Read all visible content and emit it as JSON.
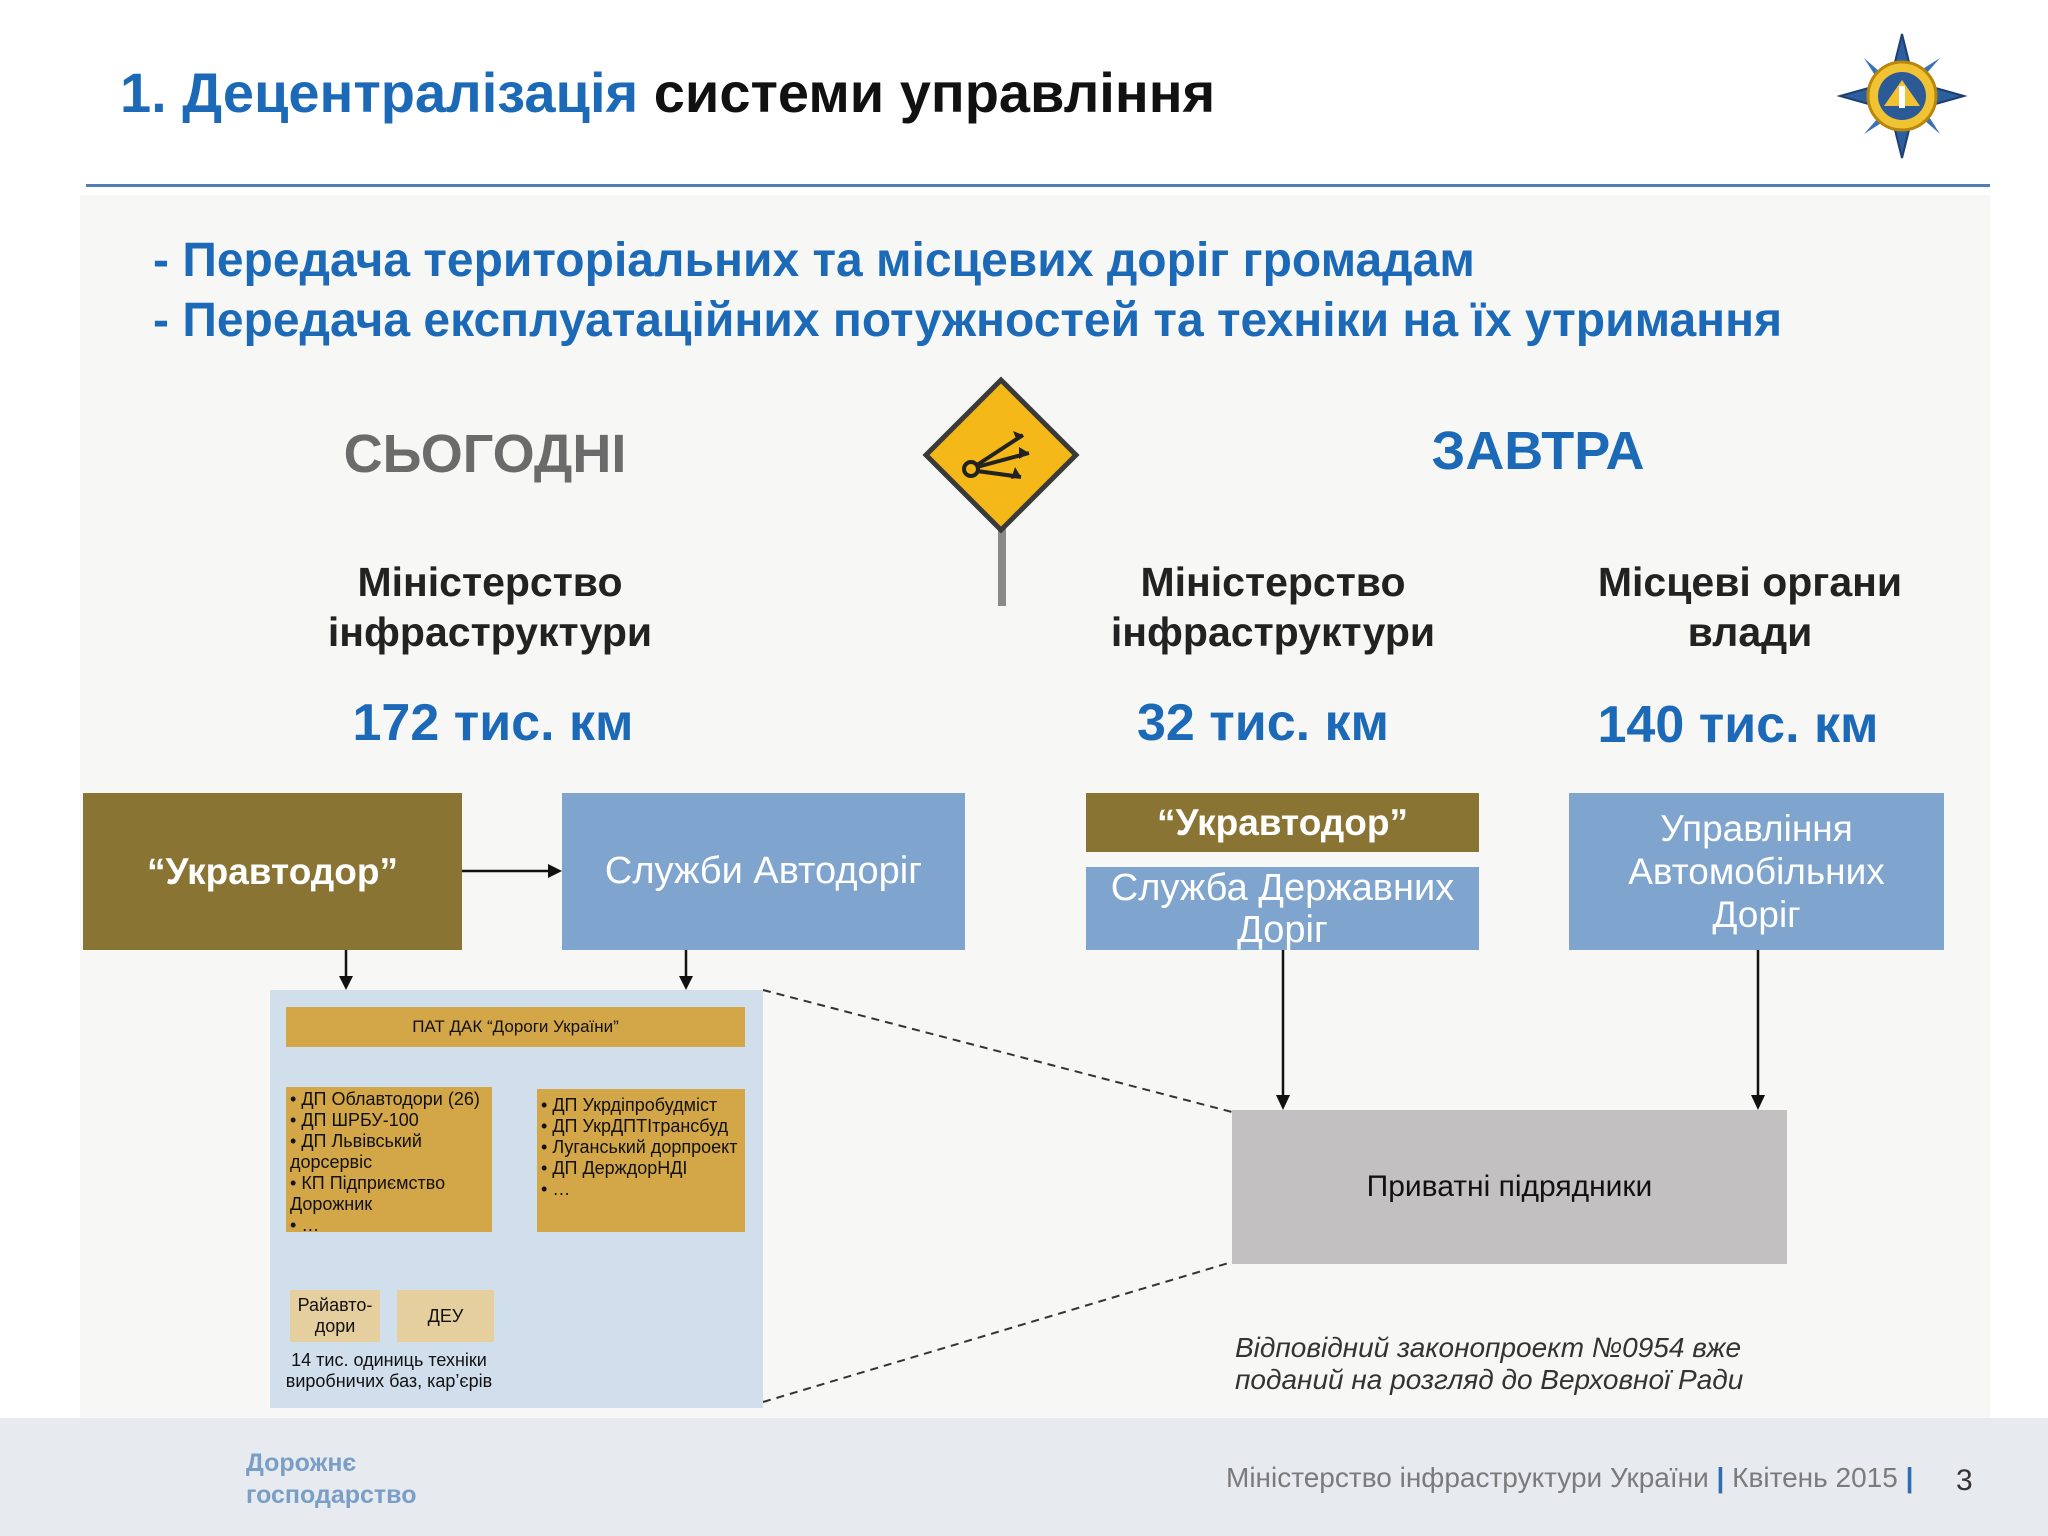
{
  "title": {
    "part1": "1. Децентралізація",
    "part2": "системи управління"
  },
  "bullets": [
    "- Передача територіальних та місцевих доріг громадам",
    "- Передача експлуатаційних потужностей та техніки на їх утримання"
  ],
  "today": {
    "heading": "СЬОГОДНІ",
    "org": "Міністерство інфраструктури",
    "km": "172 тис. км",
    "box_ukravtodor": "“Укравтодор”",
    "box_services": "Служби Автодоріг"
  },
  "tomorrow": {
    "heading": "ЗАВТРА",
    "ministry": {
      "org": "Міністерство інфраструктури",
      "km": "32 тис. км",
      "box_ukravtodor": "“Укравтодор”",
      "box_service": "Служба Державних Доріг"
    },
    "local": {
      "org": "Місцеві органи влади",
      "km": "140 тис. км",
      "box": "Управління Автомобільних Доріг"
    }
  },
  "detail": {
    "pat": "ПАТ ДАК “Дороги України”",
    "left_list": [
      "ДП Облавтодори (26)",
      "ДП ШРБУ-100",
      "ДП Львівський дорсервіс",
      "КП Підприємство Дорожник",
      "…"
    ],
    "right_list": [
      "ДП Укрдіпробудміст",
      "ДП УкрДПТІтрансбуд",
      "Луганський дорпроект",
      "ДП ДерждорНДІ",
      "…"
    ],
    "raiavto": "Райавто-дори",
    "deu": "ДЕУ",
    "note": "14 тис. одиниць техніки виробничих баз, кар’єрів"
  },
  "contractors": "Приватні підрядники",
  "law_note": "Відповідний законопроект №0954 вже поданий на розгляд до Верховної Ради",
  "footer": {
    "brand_line1": "Дорожнє",
    "brand_line2": "господарство",
    "ministry": "Міністерство інфраструктури України",
    "date": "Квітень 2015",
    "page": "3"
  },
  "colors": {
    "accent_blue": "#1c6ab7",
    "gold": "#8a7434",
    "light_blue": "#7fa4cd",
    "gray_box": "#c2c0c1",
    "sign_yellow": "#f4b918"
  },
  "icons": [
    "emblem-icon",
    "diverging-arrows-sign-icon",
    "road-icon",
    "car-icon"
  ]
}
